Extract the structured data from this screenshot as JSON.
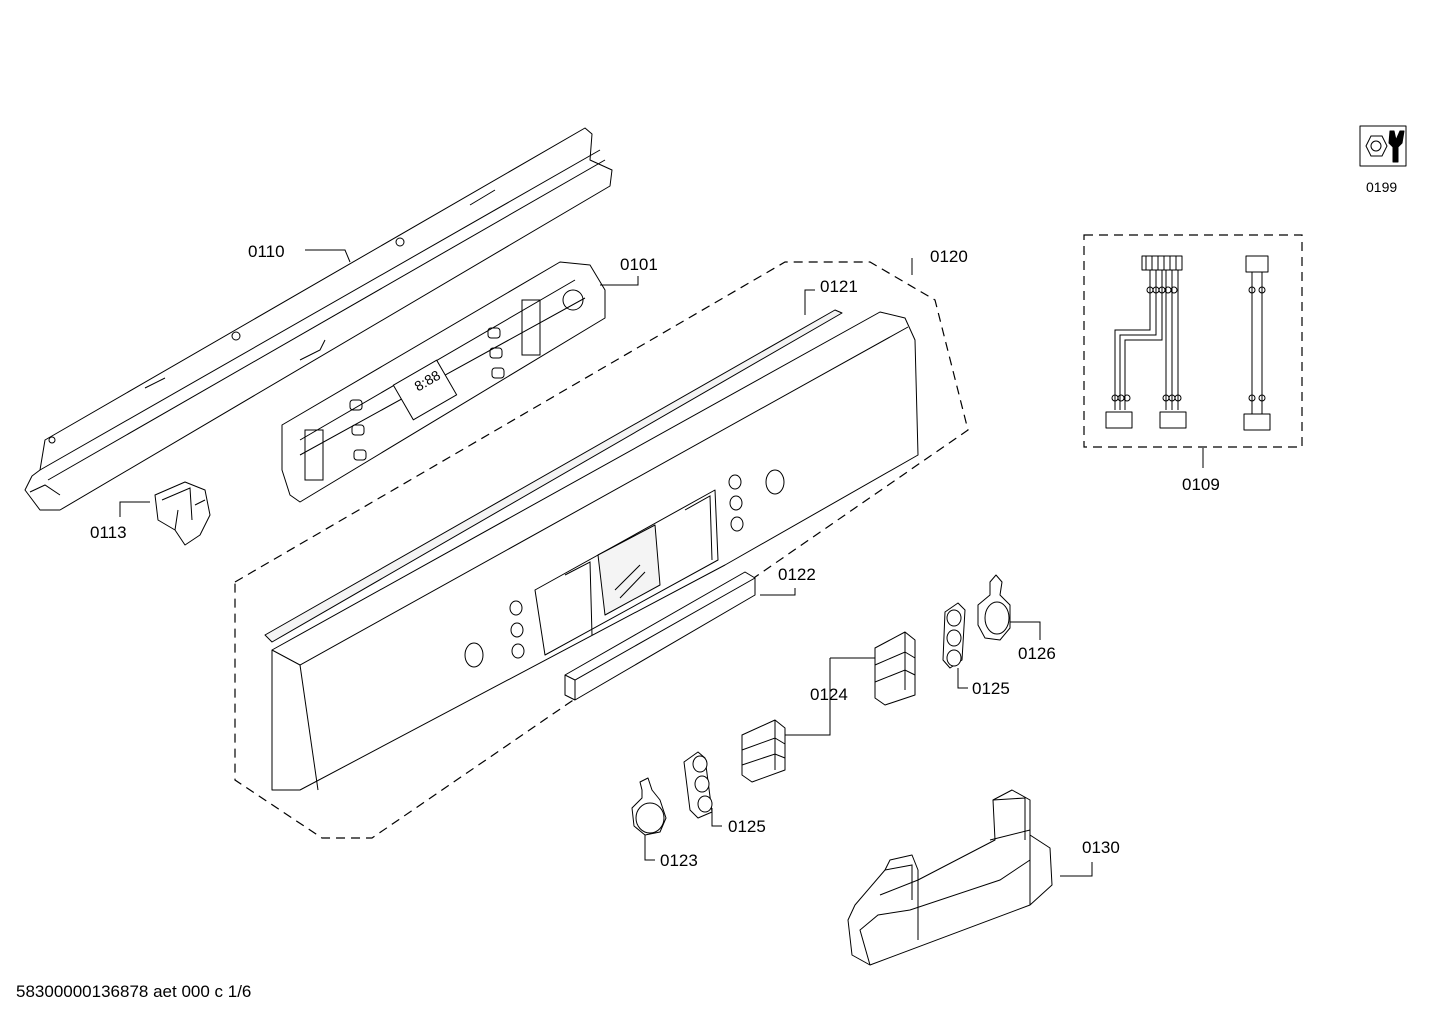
{
  "labels": {
    "p0110": "0110",
    "p0101": "0101",
    "p0120": "0120",
    "p0121": "0121",
    "p0113": "0113",
    "p0122": "0122",
    "p0126": "0126",
    "p0125a": "0125",
    "p0124": "0124",
    "p0125b": "0125",
    "p0123": "0123",
    "p0130": "0130",
    "p0109": "0109",
    "p0199": "0199"
  },
  "footer": {
    "doc_id": "58300000136878 aet 000 c 1/6"
  }
}
